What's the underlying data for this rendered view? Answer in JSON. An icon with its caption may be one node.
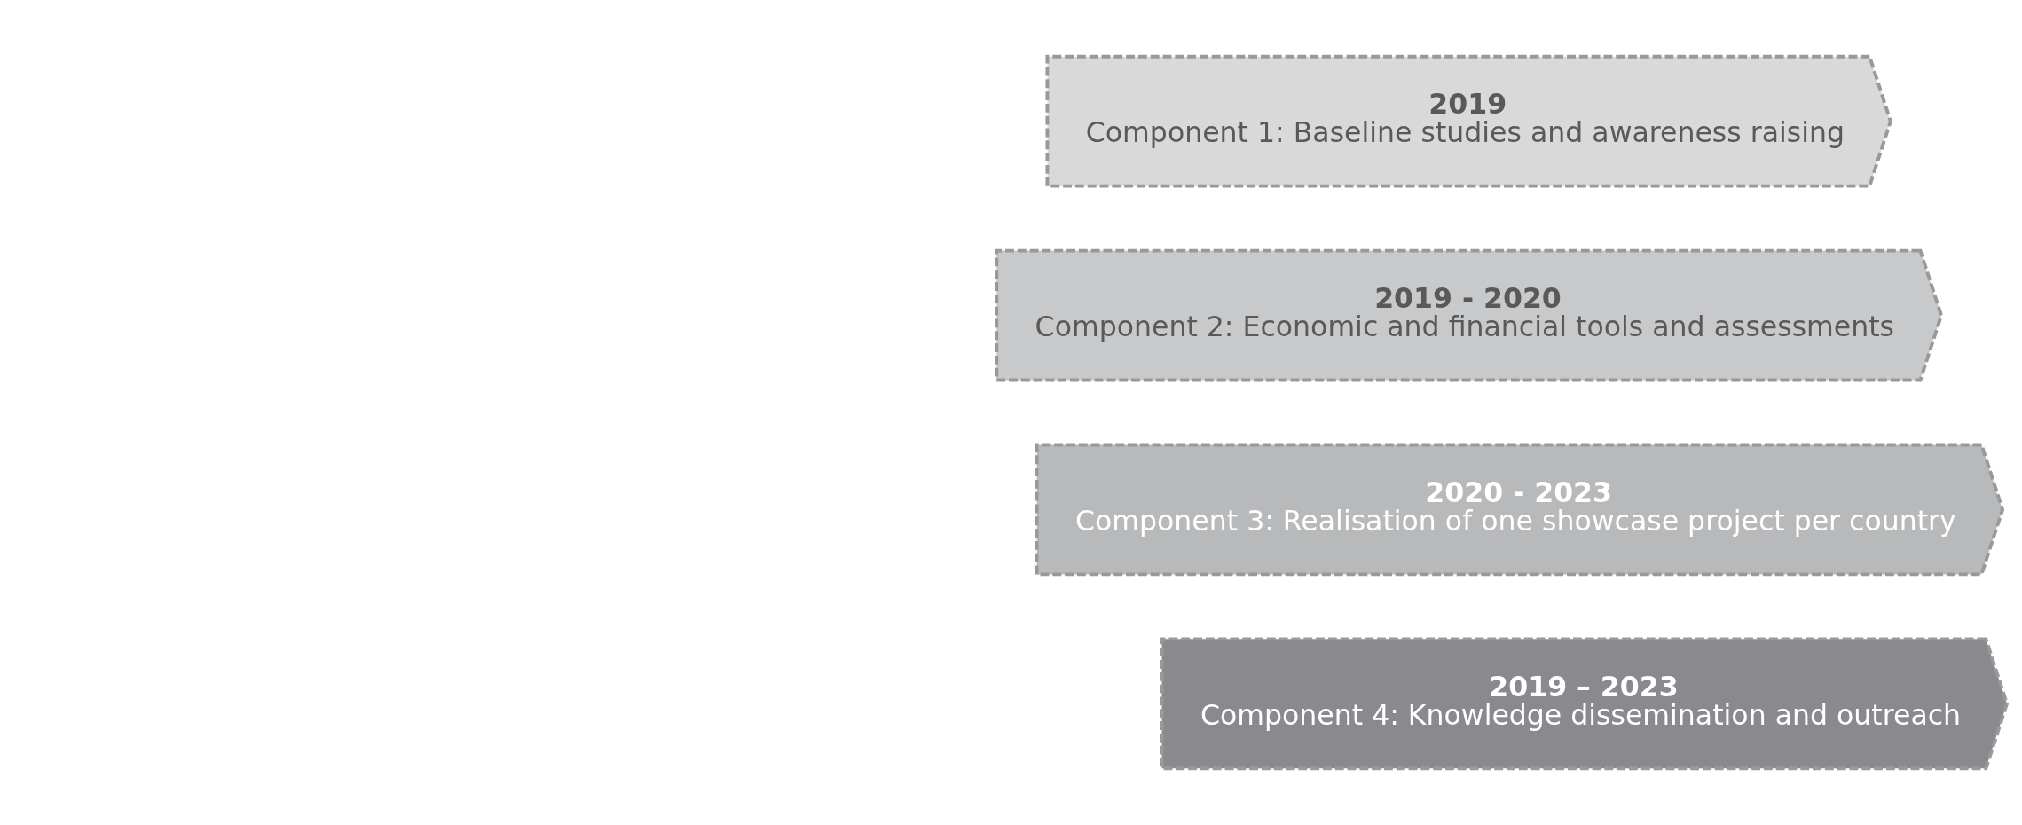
{
  "diagram": {
    "nodes": [
      {
        "text": [
          "2019",
          "Component 1: Baseline studies and awareness raising"
        ]
      },
      {
        "text": [
          "2019 - 2020",
          "Component 2: Economic and financial tools and assessments"
        ]
      },
      {
        "text": [
          "2020 - 2023",
          "Component 3: Realisation of one showcase project per country"
        ]
      },
      {
        "text": [
          "2019 – 2023",
          "Component 4: Knowledge dissemination and outreach"
        ]
      }
    ]
  }
}
